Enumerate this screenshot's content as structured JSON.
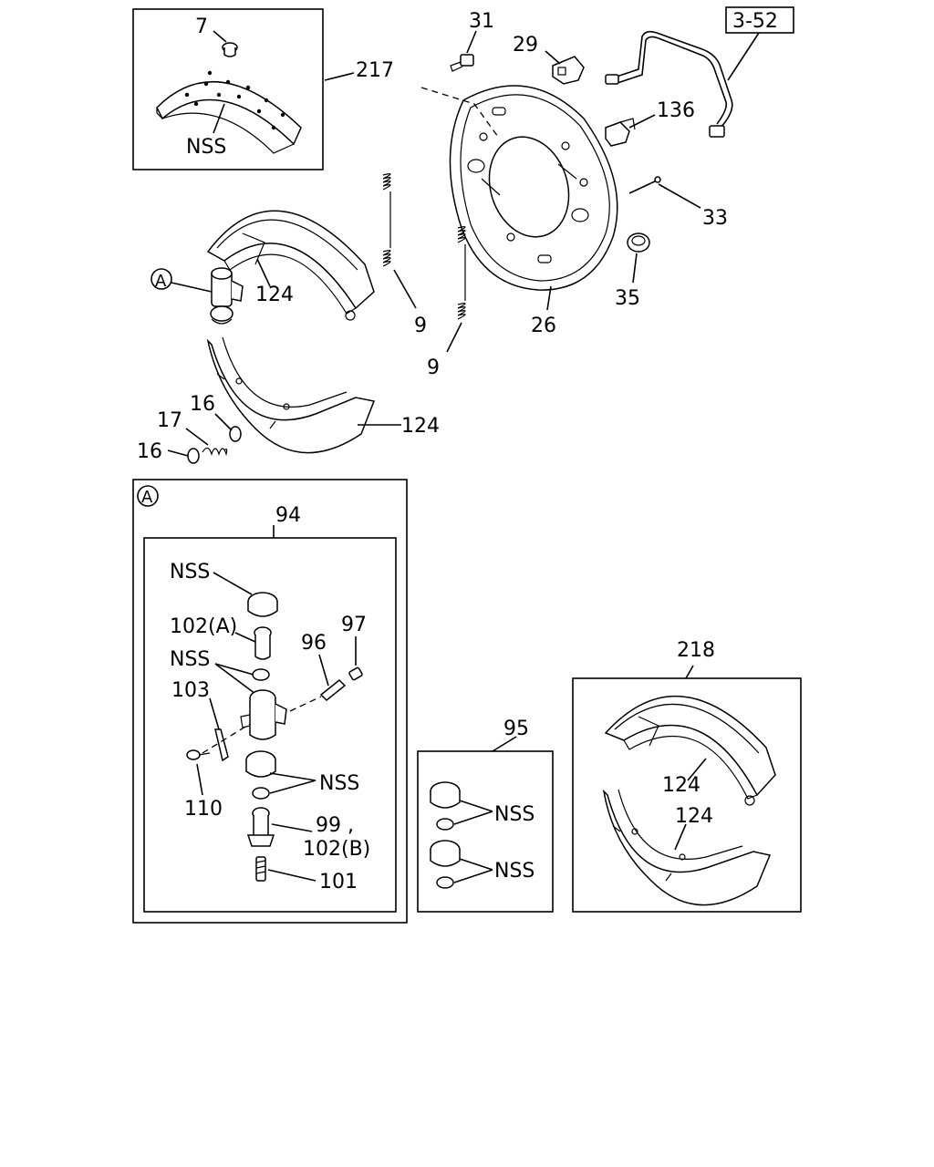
{
  "labels": {
    "ref_box": "3-52",
    "p7": "7",
    "p217": "217",
    "nss_lining": "NSS",
    "p31": "31",
    "p29": "29",
    "p136": "136",
    "p33": "33",
    "p35": "35",
    "p26": "26",
    "p9_top": "9",
    "p9_bottom": "9",
    "circle_a": "A",
    "p124_upper": "124",
    "p124_lower": "124",
    "p16_top": "16",
    "p17": "17",
    "p16_left": "16",
    "detail_circle_a": "A",
    "p94": "94",
    "nss_1": "NSS",
    "p102a": "102(A)",
    "p97": "97",
    "p96": "96",
    "nss_2": "NSS",
    "p103": "103",
    "p110": "110",
    "nss_3": "NSS",
    "p99": "99 ,",
    "p102b": "102(B)",
    "p101": "101",
    "p95": "95",
    "nss_4": "NSS",
    "nss_5": "NSS",
    "p218": "218",
    "p124_kit_upper": "124",
    "p124_kit_lower": "124"
  },
  "icons": {
    "backing_plate": "backing-plate-icon",
    "brake_shoe": "brake-shoe-icon",
    "wheel_cylinder": "wheel-cylinder-icon",
    "spring": "spring-icon",
    "brake_pipe": "brake-pipe-icon"
  }
}
